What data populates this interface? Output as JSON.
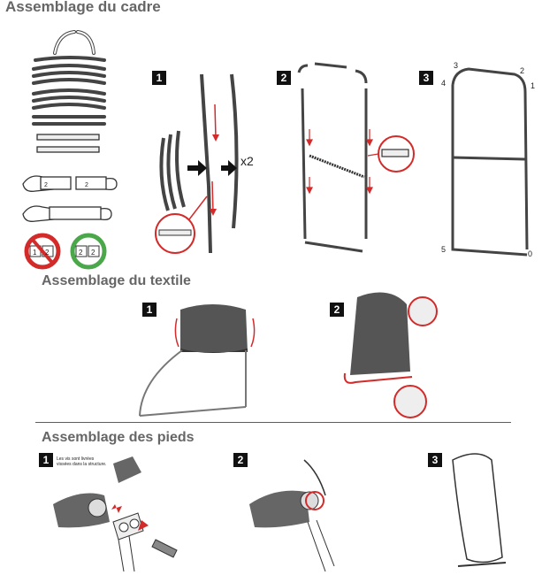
{
  "titles": {
    "frame": "Assemblage du cadre",
    "textile": "Assemblage du textile",
    "feet": "Assemblage des pieds"
  },
  "steps": {
    "frame": [
      "1",
      "2",
      "3"
    ],
    "textile": [
      "1",
      "2"
    ],
    "feet": [
      "1",
      "2",
      "3"
    ]
  },
  "frame_multiplier": "x2",
  "feet_note": "Les vis sont livrées vissées dans la structure.",
  "part_labels": {
    "connector_a": "2",
    "connector_b": "2",
    "no_match_left": "1",
    "no_match_right": "2",
    "ok_left": "2",
    "ok_right": "2"
  },
  "frame_numbers": [
    "3",
    "2",
    "1",
    "4",
    "5",
    "0"
  ],
  "colors": {
    "title": "#666666",
    "accent_red": "#d32a2a",
    "ok_green": "#4aa84a"
  }
}
